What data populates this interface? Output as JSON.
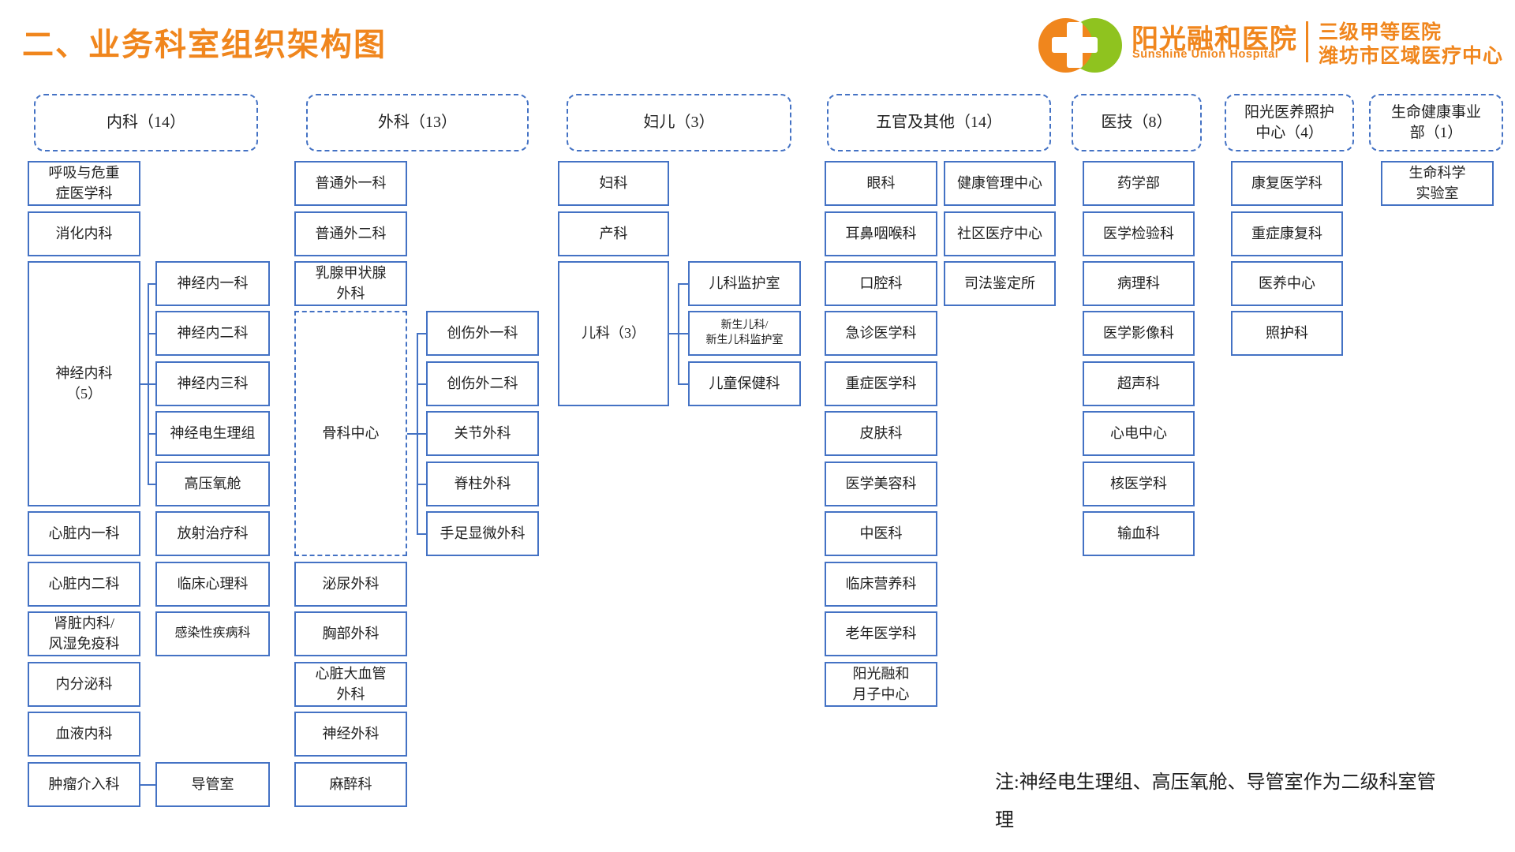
{
  "page": {
    "title": "二、业务科室组织架构图"
  },
  "brand": {
    "logo_icon": "overlapping-circles-cross-hospital-logo",
    "name_cn": "阳光融和医院",
    "name_en": "Sunshine Union Hospital",
    "tagline_line1": "三级甲等医院",
    "tagline_line2": "潍坊市区域医疗中心"
  },
  "colors": {
    "accent_orange": "#F0861D",
    "accent_green": "#8FC31F",
    "line_blue": "#4472C4",
    "text": "#1F1F1F"
  },
  "org": {
    "internal": {
      "header": "内科（14）",
      "respiratory": "呼吸与危重\n症医学科",
      "gastro": "消化内科",
      "neurology": "神经内科\n（5）",
      "neuro1": "神经内一科",
      "neuro2": "神经内二科",
      "neuro3": "神经内三科",
      "neuro_ep": "神经电生理组",
      "hyperbaric": "高压氧舱",
      "cardio1": "心脏内一科",
      "cardio2": "心脏内二科",
      "renal_rheum": "肾脏内科/\n风湿免疫科",
      "endocrine": "内分泌科",
      "hematology": "血液内科",
      "tumor_interv": "肿瘤介入科",
      "radiotherapy": "放射治疗科",
      "psychology": "临床心理科",
      "infectious": "感染性疾病科",
      "cath_lab": "导管室"
    },
    "surgery": {
      "header": "外科（13）",
      "general1": "普通外一科",
      "general2": "普通外二科",
      "breast_thyroid": "乳腺甲状腺\n外科",
      "ortho_center": "骨科中心",
      "trauma1": "创伤外一科",
      "trauma2": "创伤外二科",
      "joint": "关节外科",
      "spine": "脊柱外科",
      "hand_micro": "手足显微外科",
      "urology": "泌尿外科",
      "thoracic": "胸部外科",
      "cardiovascular": "心脏大血管\n外科",
      "neurosurgery": "神经外科",
      "anesthesia": "麻醉科"
    },
    "maternal": {
      "header": "妇儿（3）",
      "gynecology": "妇科",
      "obstetrics": "产科",
      "pediatrics": "儿科（3）",
      "picu": "儿科监护室",
      "neonatal": "新生儿科/\n新生儿科监护室",
      "child_health": "儿童保健科"
    },
    "ent_other": {
      "header": "五官及其他（14）",
      "ophthalmology": "眼科",
      "ent": "耳鼻咽喉科",
      "stomatology": "口腔科",
      "emergency": "急诊医学科",
      "icu": "重症医学科",
      "dermatology": "皮肤科",
      "cosmetology": "医学美容科",
      "tcm": "中医科",
      "nutrition": "临床营养科",
      "geriatrics": "老年医学科",
      "postpartum": "阳光融和\n月子中心",
      "health_mgmt": "健康管理中心",
      "community": "社区医疗中心",
      "forensic": "司法鉴定所"
    },
    "medtech": {
      "header": "医技（8）",
      "pharmacy": "药学部",
      "laboratory": "医学检验科",
      "pathology": "病理科",
      "imaging": "医学影像科",
      "ultrasound": "超声科",
      "ecg": "心电中心",
      "nuclear": "核医学科",
      "transfusion": "输血科"
    },
    "care_center": {
      "header": "阳光医养照护\n中心（4）",
      "rehab": "康复医学科",
      "icu_rehab": "重症康复科",
      "care_home": "医养中心",
      "nursing": "照护科"
    },
    "life_health": {
      "header": "生命健康事业\n部（1）",
      "life_lab": "生命科学\n实验室"
    }
  },
  "note": {
    "text": "注:神经电生理组、高压氧舱、导管室作为二级科室管\n理"
  }
}
